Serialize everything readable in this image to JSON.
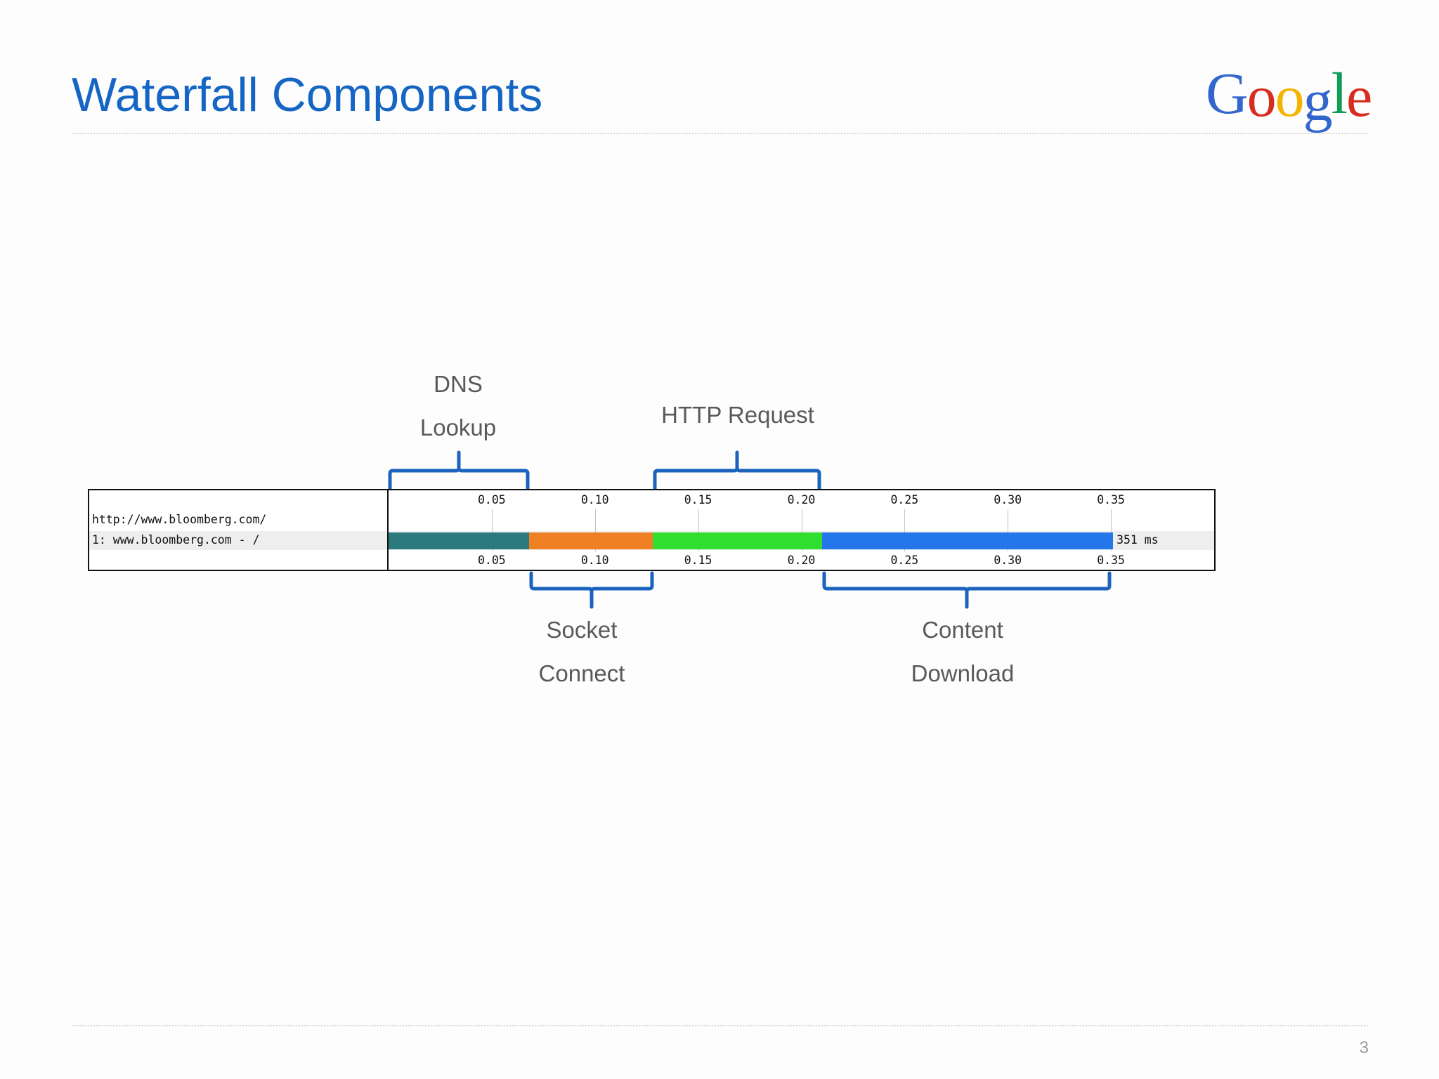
{
  "slide": {
    "title": "Waterfall Components",
    "slide_number": "3"
  },
  "logo": {
    "letters": [
      {
        "char": "G",
        "color": "#3366cc"
      },
      {
        "char": "o",
        "color": "#d62d20"
      },
      {
        "char": "o",
        "color": "#f4b400"
      },
      {
        "char": "g",
        "color": "#3366cc"
      },
      {
        "char": "l",
        "color": "#0f9d58"
      },
      {
        "char": "e",
        "color": "#d62d20"
      }
    ]
  },
  "labels": {
    "dns": [
      "DNS",
      "Lookup"
    ],
    "http": [
      "HTTP Request"
    ],
    "socket": [
      "Socket",
      "Connect"
    ],
    "content": [
      "Content",
      "Download"
    ]
  },
  "waterfall": {
    "page_url": "http://www.bloomberg.com/",
    "row_label": "1: www.bloomberg.com - /",
    "ticks": [
      "0.05",
      "0.10",
      "0.15",
      "0.20",
      "0.25",
      "0.30",
      "0.35"
    ],
    "tick_values": [
      0.05,
      0.1,
      0.15,
      0.2,
      0.25,
      0.3,
      0.35
    ],
    "axis_max": 0.4,
    "total_label": "351 ms",
    "phases": [
      {
        "name": "dns",
        "start": 0.0,
        "end": 0.068,
        "color": "#2a7a7e"
      },
      {
        "name": "connect",
        "start": 0.068,
        "end": 0.128,
        "color": "#ee7f22"
      },
      {
        "name": "request",
        "start": 0.128,
        "end": 0.21,
        "color": "#2fde2f"
      },
      {
        "name": "download",
        "start": 0.21,
        "end": 0.351,
        "color": "#2476ea"
      }
    ]
  },
  "colors": {
    "title": "#1566c4",
    "bracket": "#1b63bd",
    "label": "#595959"
  }
}
